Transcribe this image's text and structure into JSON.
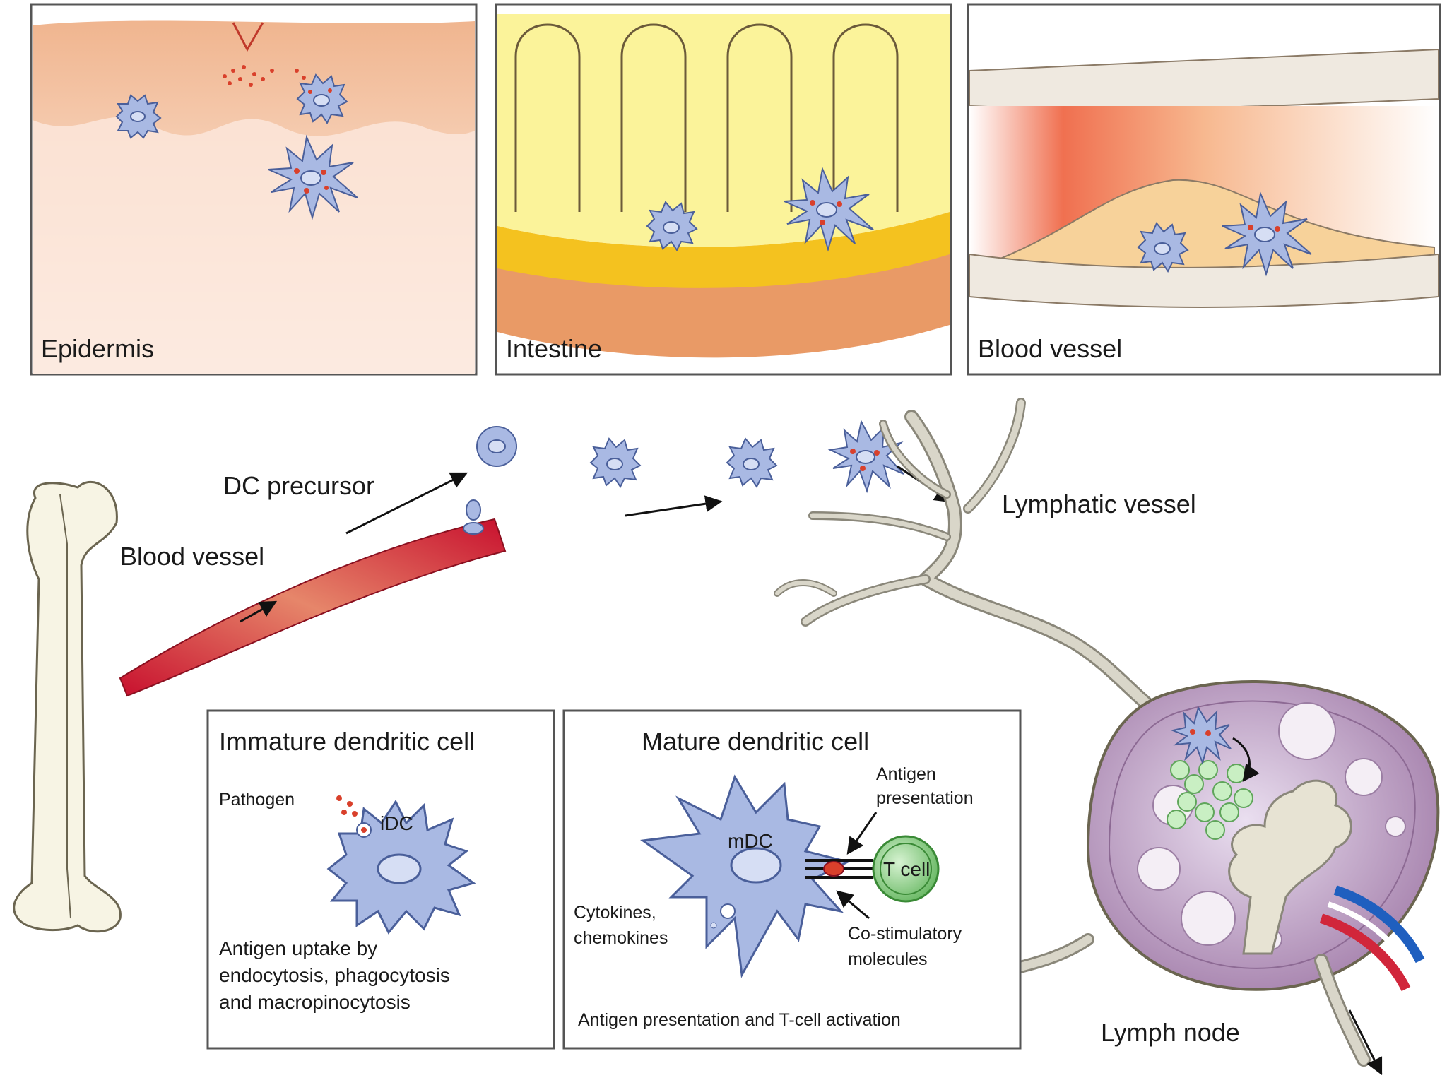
{
  "panels": {
    "epidermis": "Epidermis",
    "intestine": "Intestine",
    "blood_vessel": "Blood vessel"
  },
  "labels": {
    "dc_precursor": "DC precursor",
    "blood_vessel": "Blood vessel",
    "lymphatic_vessel": "Lymphatic vessel",
    "lymph_node": "Lymph node"
  },
  "immature_box": {
    "title": "Immature dendritic cell",
    "pathogen": "Pathogen",
    "cell_label": "iDC",
    "desc_line1": "Antigen uptake by",
    "desc_line2": "endocytosis, phagocytosis",
    "desc_line3": "and macropinocytosis"
  },
  "mature_box": {
    "title": "Mature dendritic cell",
    "cell_label": "mDC",
    "tcell_label": "T cell",
    "antigen_line1": "Antigen",
    "antigen_line2": "presentation",
    "cyto_line1": "Cytokines,",
    "cyto_line2": "chemokines",
    "costim_line1": "Co-stimulatory",
    "costim_line2": "molecules",
    "caption": "Antigen presentation and T-cell activation"
  },
  "colors": {
    "dc_fill": "#a9b9e3",
    "dc_stroke": "#4a5f9a",
    "tcell": "#7cc87a",
    "skin": "#f2c9a6",
    "villi": "#fbf39a",
    "lymph_node": "#cbb3cf",
    "lymph_vessel": "#d9d6c9"
  }
}
